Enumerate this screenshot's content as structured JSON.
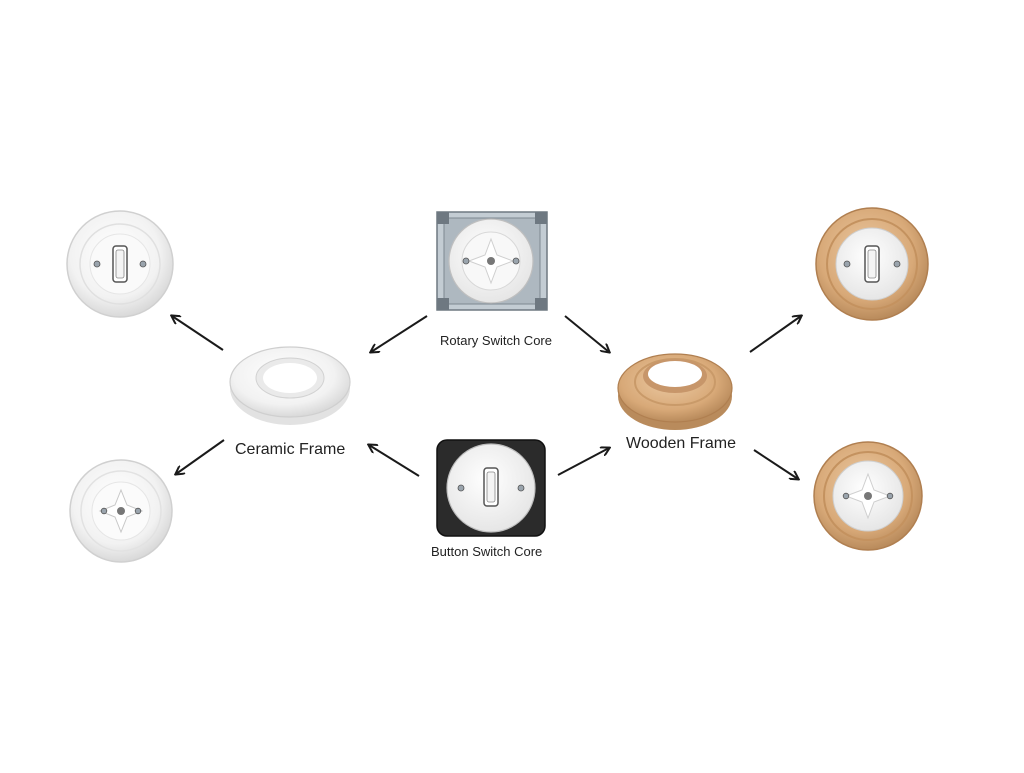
{
  "labels": {
    "rotary_core": "Rotary Switch Core",
    "button_core": "Button Switch Core",
    "ceramic_frame": "Ceramic Frame",
    "wooden_frame": "Wooden Frame"
  },
  "colors": {
    "background": "#ffffff",
    "arrow": "#1a1a1a",
    "ceramic": "#f4f4f4",
    "ceramic_edge": "#d6d6d6",
    "wood": "#d9ad7f",
    "wood_dark": "#b98b5c",
    "wood_light": "#e8c49c",
    "metal": "#9aa4ad",
    "black_plate": "#2b2b2b"
  },
  "icons": [
    "ceramic-button-switch-icon",
    "ceramic-rotary-switch-icon",
    "ceramic-frame-icon",
    "rotary-switch-core-icon",
    "button-switch-core-icon",
    "wooden-frame-icon",
    "wooden-button-switch-icon",
    "wooden-rotary-switch-icon",
    "arrow-icon"
  ]
}
